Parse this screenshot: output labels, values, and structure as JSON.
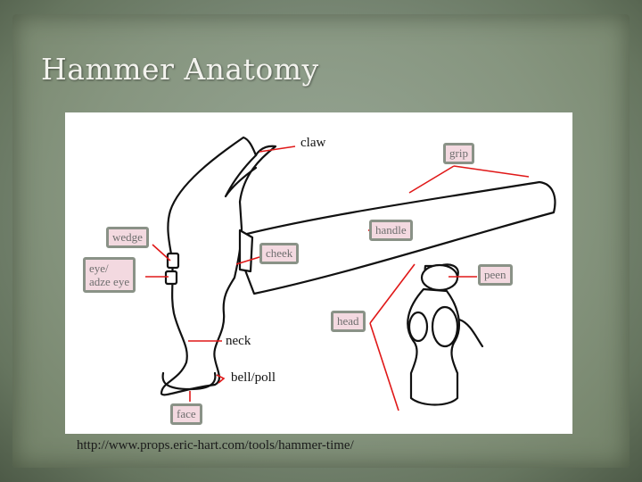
{
  "slide": {
    "title": "Hammer Anatomy",
    "source": "http://www.props.eric-hart.com/tools/hammer-time/"
  },
  "diagram": {
    "labels": {
      "claw": "claw",
      "grip": "grip",
      "wedge": "wedge",
      "eye_line1": "eye/",
      "eye_line2": "adze eye",
      "handle": "handle",
      "cheek": "cheek",
      "peen": "peen",
      "head": "head",
      "neck": "neck",
      "bell_poll": "bell/poll",
      "face": "face"
    }
  },
  "colors": {
    "leader_line": "#e01818",
    "label_fill": "#f3d9e0",
    "label_border": "#8a9287"
  }
}
